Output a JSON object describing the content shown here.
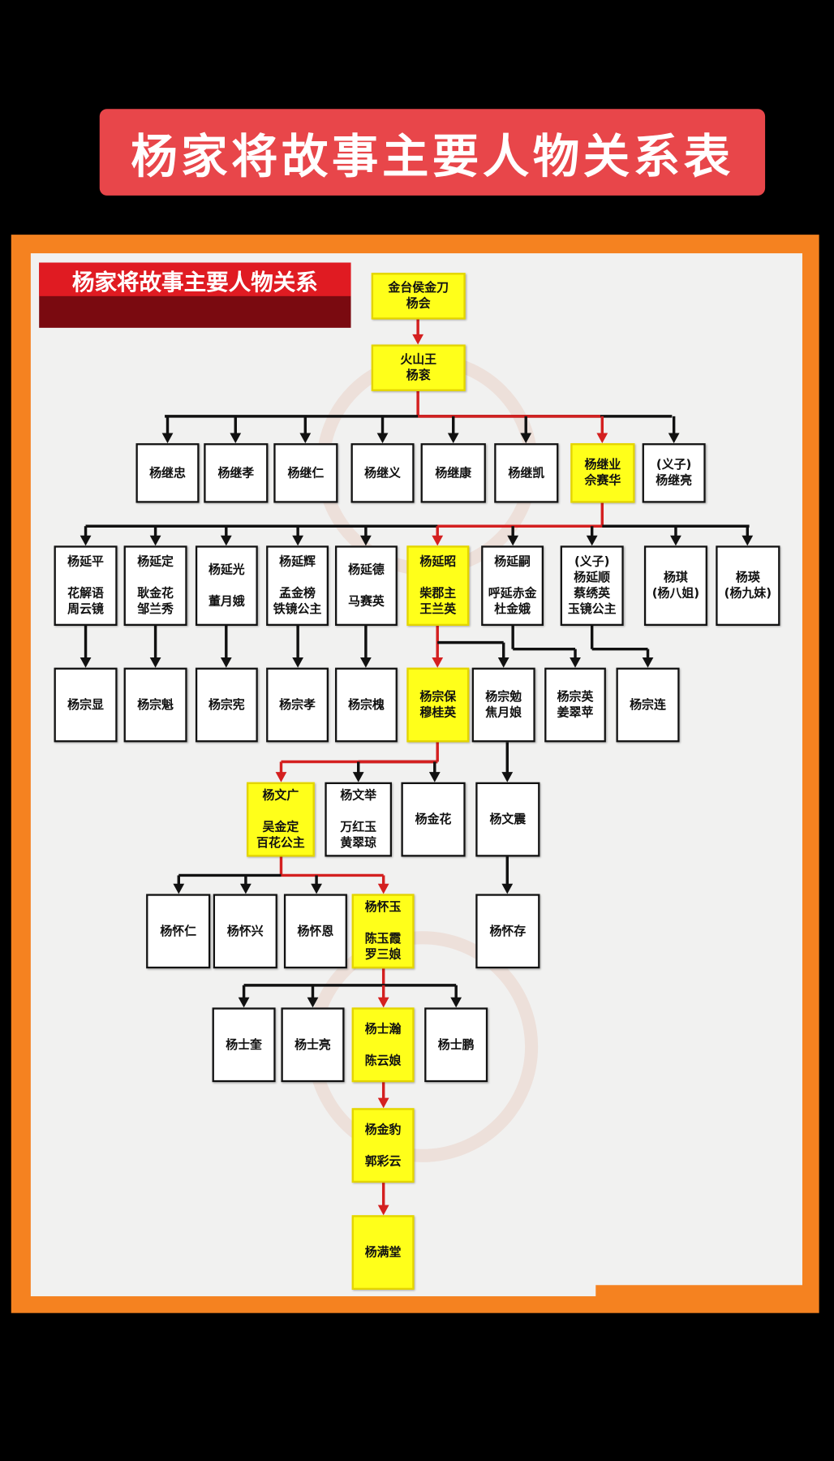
{
  "banner_title": "杨家将故事主要人物关系表",
  "chart_title": "杨家将故事主要人物关系",
  "colors": {
    "highlight": "#ffff1a",
    "main_line": "#d42020",
    "line": "#111111",
    "banner": "#e8464a",
    "frame": "#f58220"
  },
  "nodes": [
    {
      "id": "yanghui",
      "lines": [
        "金台侯金刀",
        "杨会"
      ],
      "highlight": true
    },
    {
      "id": "yanggun",
      "lines": [
        "火山王",
        "杨衮"
      ],
      "highlight": true
    },
    {
      "id": "jizhong",
      "lines": [
        "杨继忠"
      ],
      "highlight": false
    },
    {
      "id": "jixiao",
      "lines": [
        "杨继孝"
      ],
      "highlight": false
    },
    {
      "id": "jiren",
      "lines": [
        "杨继仁"
      ],
      "highlight": false
    },
    {
      "id": "jiyi",
      "lines": [
        "杨继义"
      ],
      "highlight": false
    },
    {
      "id": "jikang",
      "lines": [
        "杨继康"
      ],
      "highlight": false
    },
    {
      "id": "jikai",
      "lines": [
        "杨继凯"
      ],
      "highlight": false
    },
    {
      "id": "jiye",
      "lines": [
        "杨继业",
        "佘赛华"
      ],
      "highlight": true
    },
    {
      "id": "jiliang",
      "lines": [
        "(义子)",
        "杨继亮"
      ],
      "highlight": false
    },
    {
      "id": "yanping",
      "lines": [
        "杨延平",
        "",
        "花解语",
        "周云镜"
      ],
      "highlight": false
    },
    {
      "id": "yanding",
      "lines": [
        "杨延定",
        "",
        "耿金花",
        "邹兰秀"
      ],
      "highlight": false
    },
    {
      "id": "yanguang",
      "lines": [
        "杨延光",
        "",
        "董月娥"
      ],
      "highlight": false
    },
    {
      "id": "yanhui",
      "lines": [
        "杨延辉",
        "",
        "孟金榜",
        "铁镜公主"
      ],
      "highlight": false
    },
    {
      "id": "yande",
      "lines": [
        "杨延德",
        "",
        "马赛英"
      ],
      "highlight": false
    },
    {
      "id": "yanzhao",
      "lines": [
        "杨延昭",
        "",
        "柴郡主",
        "王兰英"
      ],
      "highlight": true
    },
    {
      "id": "yansi",
      "lines": [
        "杨延嗣",
        "",
        "呼延赤金",
        "杜金娥"
      ],
      "highlight": false
    },
    {
      "id": "yanshun",
      "lines": [
        "(义子)",
        "杨延顺",
        "蔡绣英",
        "玉镜公主"
      ],
      "highlight": false
    },
    {
      "id": "yangqi",
      "lines": [
        "杨琪",
        "(杨八姐)"
      ],
      "highlight": false
    },
    {
      "id": "yangying",
      "lines": [
        "杨瑛",
        "(杨九妹)"
      ],
      "highlight": false
    },
    {
      "id": "zongxian1",
      "lines": [
        "杨宗显"
      ],
      "highlight": false
    },
    {
      "id": "zongkui",
      "lines": [
        "杨宗魁"
      ],
      "highlight": false
    },
    {
      "id": "zongxian2",
      "lines": [
        "杨宗宪"
      ],
      "highlight": false
    },
    {
      "id": "zongxiao",
      "lines": [
        "杨宗孝"
      ],
      "highlight": false
    },
    {
      "id": "zonghuai",
      "lines": [
        "杨宗槐"
      ],
      "highlight": false
    },
    {
      "id": "zongbao",
      "lines": [
        "杨宗保",
        "穆桂英"
      ],
      "highlight": true
    },
    {
      "id": "zongmian",
      "lines": [
        "杨宗勉",
        "焦月娘"
      ],
      "highlight": false
    },
    {
      "id": "zongying",
      "lines": [
        "杨宗英",
        "姜翠苹"
      ],
      "highlight": false
    },
    {
      "id": "zonglian",
      "lines": [
        "杨宗连"
      ],
      "highlight": false
    },
    {
      "id": "wenguang",
      "lines": [
        "杨文广",
        "",
        "吴金定",
        "百花公主"
      ],
      "highlight": true
    },
    {
      "id": "wenju",
      "lines": [
        "杨文举",
        "",
        "万红玉",
        "黄翠琼"
      ],
      "highlight": false
    },
    {
      "id": "jinhua",
      "lines": [
        "杨金花"
      ],
      "highlight": false
    },
    {
      "id": "wenzhen",
      "lines": [
        "杨文震"
      ],
      "highlight": false
    },
    {
      "id": "huairen",
      "lines": [
        "杨怀仁"
      ],
      "highlight": false
    },
    {
      "id": "huaixing",
      "lines": [
        "杨怀兴"
      ],
      "highlight": false
    },
    {
      "id": "huaien",
      "lines": [
        "杨怀恩"
      ],
      "highlight": false
    },
    {
      "id": "huaiyu",
      "lines": [
        "杨怀玉",
        "",
        "陈玉霞",
        "罗三娘"
      ],
      "highlight": true
    },
    {
      "id": "huaicun",
      "lines": [
        "杨怀存"
      ],
      "highlight": false
    },
    {
      "id": "shikui",
      "lines": [
        "杨士奎"
      ],
      "highlight": false
    },
    {
      "id": "shiliang",
      "lines": [
        "杨士亮"
      ],
      "highlight": false
    },
    {
      "id": "shihan",
      "lines": [
        "杨士瀚",
        "",
        "陈云娘"
      ],
      "highlight": true
    },
    {
      "id": "shipeng",
      "lines": [
        "杨士鹏"
      ],
      "highlight": false
    },
    {
      "id": "jinbao",
      "lines": [
        "杨金豹",
        "",
        "郭彩云"
      ],
      "highlight": true
    },
    {
      "id": "mantang",
      "lines": [
        "杨满堂"
      ],
      "highlight": true
    }
  ]
}
